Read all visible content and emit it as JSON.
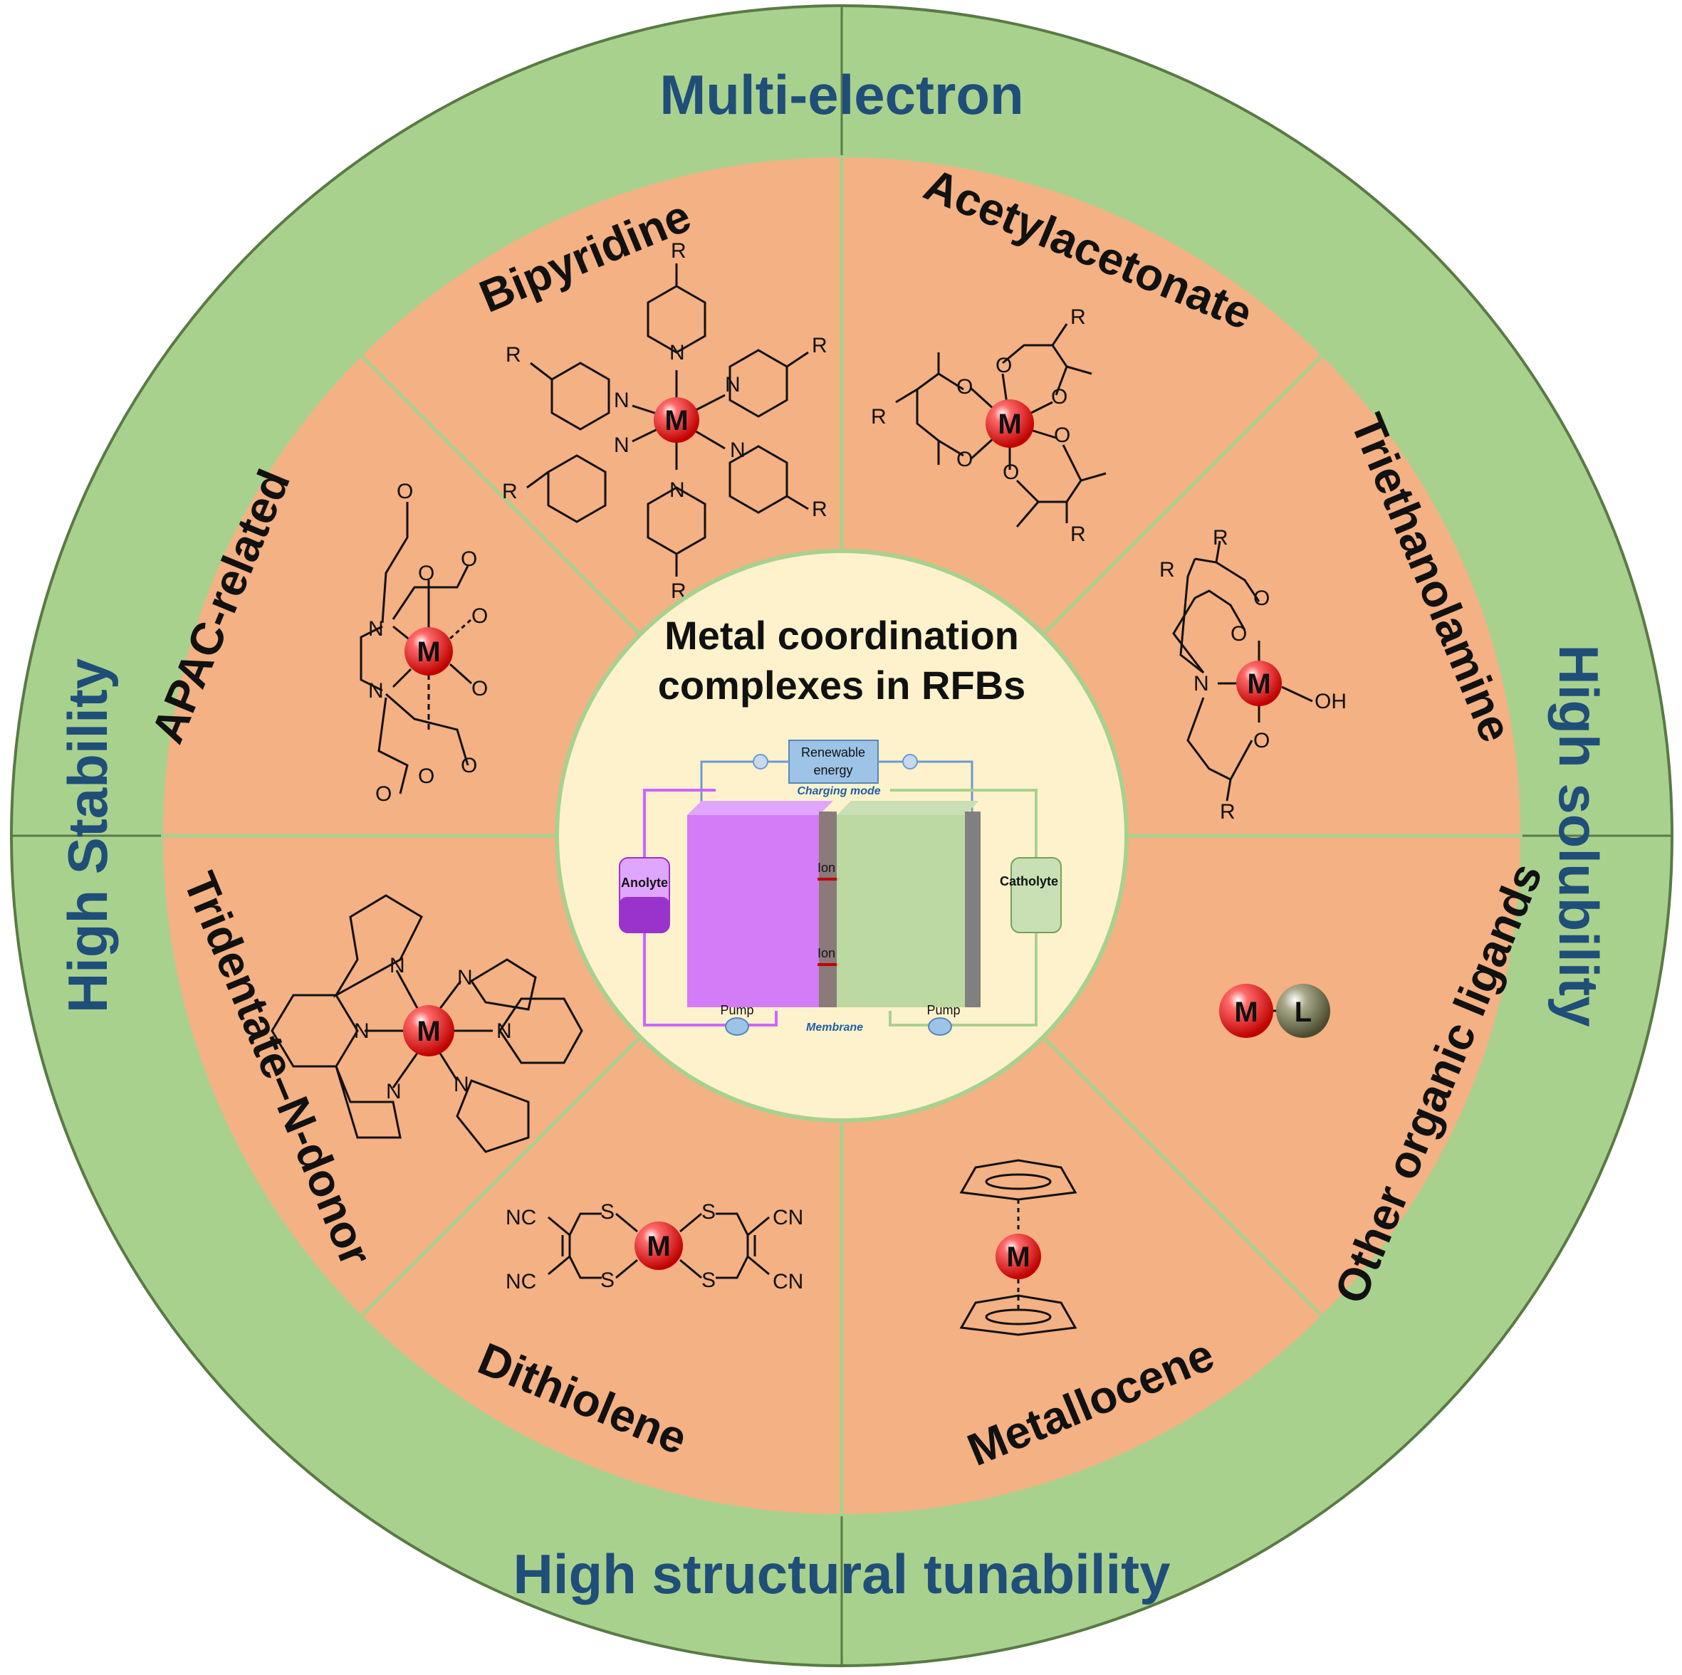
{
  "outer_labels": {
    "top": "Multi-electron",
    "bottom": "High structural tunability",
    "left": "High Stability",
    "right": "High solubility"
  },
  "segments": {
    "bipyridine": "Bipyridine",
    "acetylacetonate": "Acetylacetonate",
    "triethanolamine": "Triethanolamine",
    "other_ligands": "Other organic ligands",
    "metallocene": "Metallocene",
    "dithiolene": "Dithiolene",
    "tridentate": "Tridentate–N-donor",
    "apac": "APAC-related"
  },
  "center": {
    "title_line1": "Metal coordination",
    "title_line2": "complexes in RFBs"
  },
  "rfb": {
    "renewable_line1": "Renewable",
    "renewable_line2": "energy",
    "charging_mode": "Charging mode",
    "anolyte": "Anolyte",
    "catholyte": "Catholyte",
    "ion": "Ion",
    "pump": "Pump",
    "membrane": "Membrane"
  },
  "chem": {
    "metal": "M",
    "ligand": "L",
    "r": "R",
    "n": "N",
    "o": "O",
    "s": "S",
    "cn": "CN",
    "nc": "NC",
    "oh": "OH"
  },
  "colors": {
    "outer_ring": "#a9d18e",
    "segments": "#f4b183",
    "center_disk": "#fef2cc",
    "outer_text": "#1f4e79",
    "metal_ball": "#e02020",
    "ligand_ball": "#7a7a5a"
  }
}
